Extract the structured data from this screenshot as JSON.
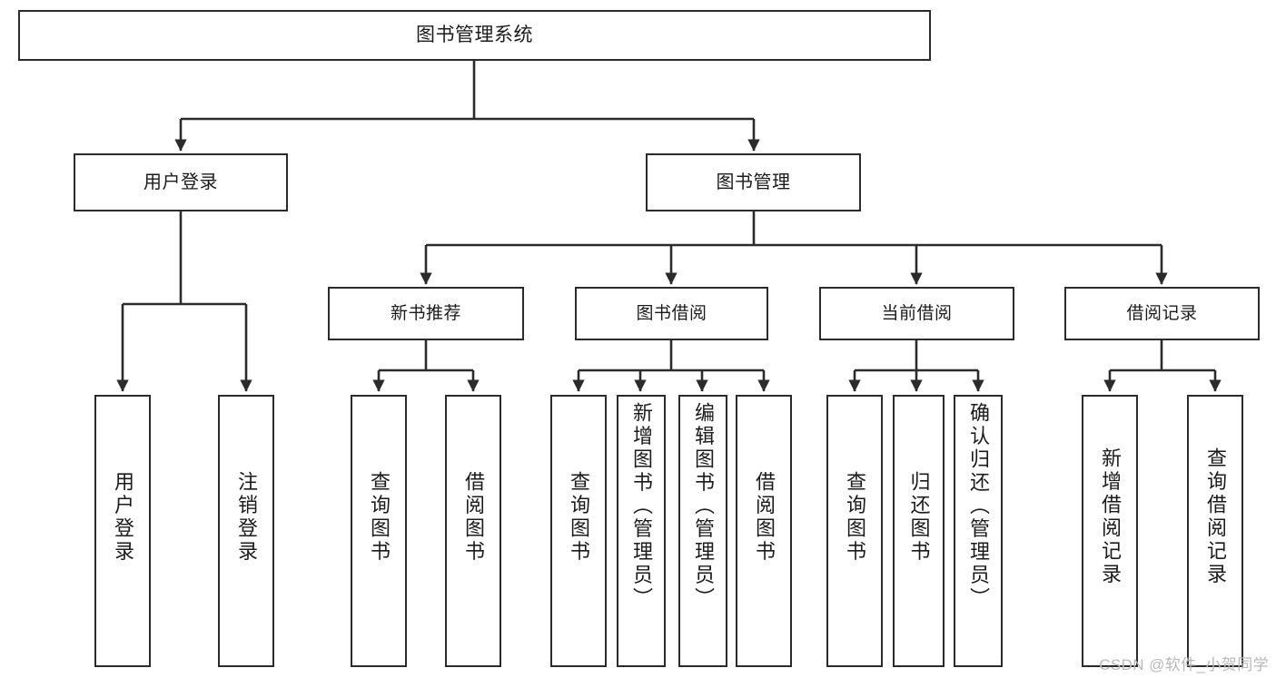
{
  "diagram": {
    "title": "图书管理系统",
    "type": "tree-hierarchy-chart",
    "watermark": "CSDN @软件_小贺同学",
    "colors": {
      "background": "#ffffff",
      "node_border": "#2b2b2b",
      "node_fill": "#ffffff",
      "text": "#1b1b1b",
      "edge": "#2b2b2b",
      "watermark": "#b9b9b9"
    },
    "nodes": {
      "root": {
        "label": "图书管理系统"
      },
      "level2": [
        {
          "id": "user-login",
          "label": "用户登录"
        },
        {
          "id": "book-management",
          "label": "图书管理"
        }
      ],
      "level3": [
        {
          "id": "new-book-recommend",
          "label": "新书推荐"
        },
        {
          "id": "book-borrow",
          "label": "图书借阅"
        },
        {
          "id": "current-borrow",
          "label": "当前借阅"
        },
        {
          "id": "borrow-record",
          "label": "借阅记录"
        }
      ],
      "leaves": {
        "user_login": [
          {
            "id": "leaf-user-login",
            "label": "用户登录"
          },
          {
            "id": "leaf-logout",
            "label": "注销登录"
          }
        ],
        "new_book_recommend": [
          {
            "id": "leaf-query-book-1",
            "label": "查询图书"
          },
          {
            "id": "leaf-borrow-book-1",
            "label": "借阅图书"
          }
        ],
        "book_borrow": [
          {
            "id": "leaf-query-book-2",
            "label": "查询图书"
          },
          {
            "id": "leaf-add-book",
            "label": "新增图书（管理员）"
          },
          {
            "id": "leaf-edit-book",
            "label": "编辑图书（管理员）"
          },
          {
            "id": "leaf-borrow-book-2",
            "label": "借阅图书"
          }
        ],
        "current_borrow": [
          {
            "id": "leaf-query-book-3",
            "label": "查询图书"
          },
          {
            "id": "leaf-return-book",
            "label": "归还图书"
          },
          {
            "id": "leaf-confirm-return",
            "label": "确认归还（管理员）"
          }
        ],
        "borrow_record": [
          {
            "id": "leaf-add-record",
            "label": "新增借阅记录"
          },
          {
            "id": "leaf-query-record",
            "label": "查询借阅记录"
          }
        ]
      }
    }
  }
}
